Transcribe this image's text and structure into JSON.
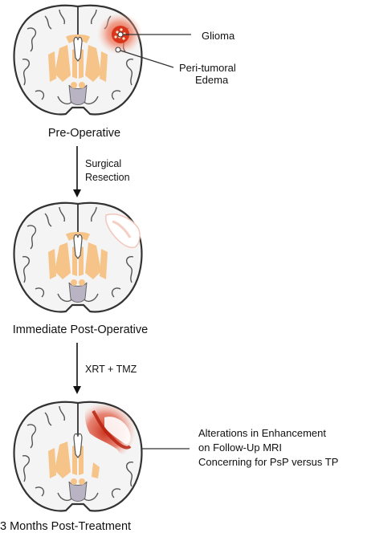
{
  "stages": [
    {
      "label": "Pre-Operative"
    },
    {
      "label": "Immediate Post-Operative"
    },
    {
      "label": "3 Months Post-Treatment"
    }
  ],
  "transitions": [
    {
      "line1": "Surgical",
      "line2": "Resection"
    },
    {
      "line1": "XRT + TMZ"
    }
  ],
  "annotations": {
    "glioma": "Glioma",
    "edema_line1": "Peri-tumoral",
    "edema_line2": "Edema",
    "alter_line1": "Alterations in Enhancement",
    "alter_line2": "on Follow-Up MRI",
    "alter_line3": "Concerning for PsP versus TP"
  },
  "colors": {
    "brain_outline": "#333333",
    "gray_matter": "#f4f4f4",
    "deep_nuclei": "#f6c489",
    "brainstem": "#b9b4c4",
    "tumor": "#d9351b",
    "edema": "#f2a089"
  }
}
